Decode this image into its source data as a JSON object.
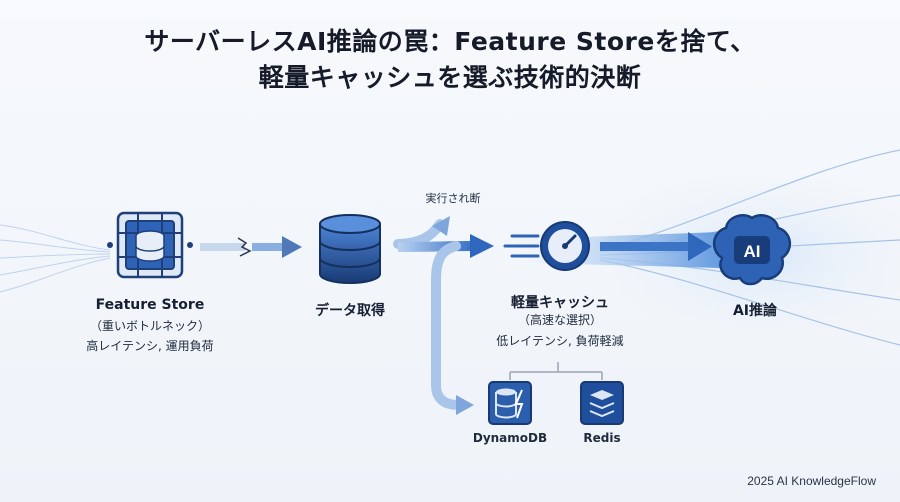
{
  "title": {
    "line1": "サーバーレスAI推論の罠：Feature Storeを捨て、",
    "line2": "軽量キャッシュを選ぶ技術的決断"
  },
  "nodes": {
    "feature_store": {
      "name": "Feature Store",
      "note": "（重いボトルネック）",
      "desc": "高レイテンシ, 運用負荷"
    },
    "data_fetch": {
      "name": "データ取得"
    },
    "cache": {
      "name": "軽量キャッシュ",
      "note": "（高速な選択）",
      "desc": "低レイテンシ, 負荷軽減"
    },
    "ai": {
      "name": "AI推論",
      "badge": "AI"
    },
    "dynamodb": {
      "name": "DynamoDB"
    },
    "redis": {
      "name": "Redis"
    }
  },
  "branch_label": "実行され断",
  "footer": "2025 AI KnowledgeFlow",
  "colors": {
    "icon_dark": "#1f3f78",
    "icon_mid": "#2f63b8",
    "arrow": "#3f78c9",
    "glow": "#cfe2f8"
  }
}
